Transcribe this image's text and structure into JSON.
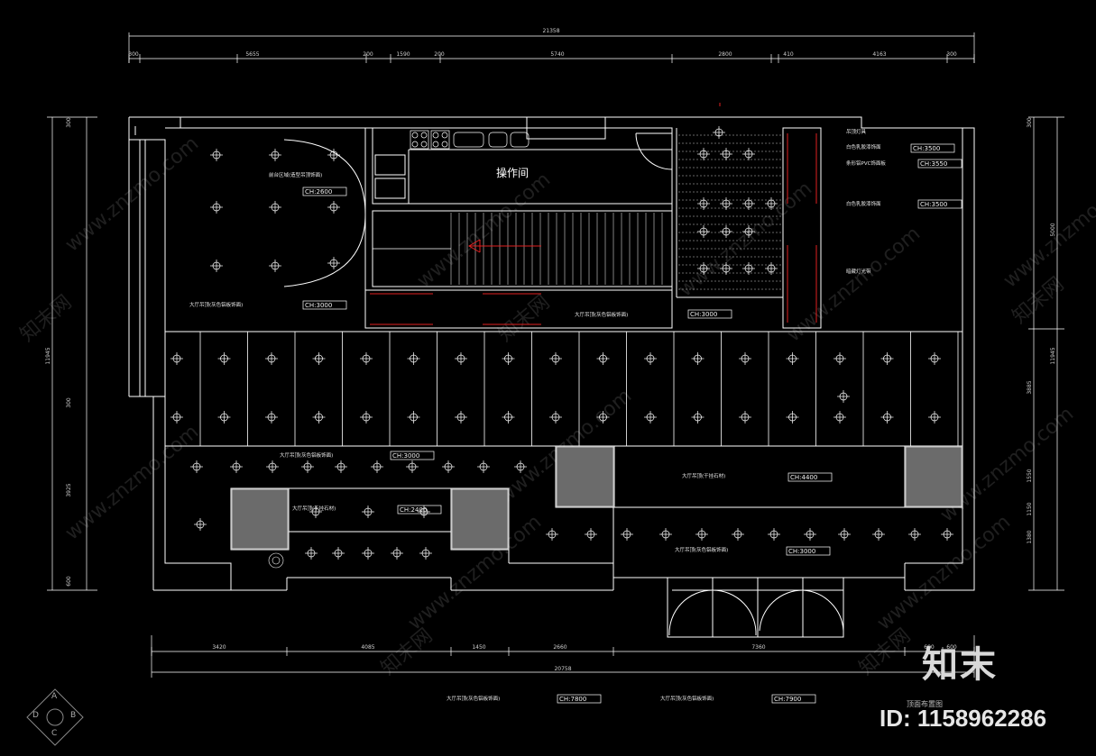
{
  "top_dims": {
    "overall": "21358",
    "segments": [
      "300",
      "5655",
      "200",
      "1590",
      "200",
      "5740",
      "2800",
      "410",
      "4163",
      "300"
    ]
  },
  "bottom_dims": {
    "overall": "20758",
    "segments": [
      "3420",
      "4085",
      "1450",
      "2660",
      "7360",
      "600",
      "600"
    ]
  },
  "left_dims": {
    "overall": "11945",
    "segments": [
      "300",
      "300",
      "3925",
      "600"
    ]
  },
  "right_dims": {
    "segments": [
      "300",
      "5000",
      "11945",
      "3885",
      "1550",
      "1150",
      "1380"
    ]
  },
  "rooms": {
    "operation_room": "操作间"
  },
  "ceiling_heights": {
    "reception": "CH:2600",
    "hall_left": "CH:3000",
    "hall_center": "CH:3000",
    "r1": "CH:3500",
    "r2": "CH:3550",
    "r3": "CH:3500",
    "mid_band": "CH:3000",
    "box_left": "CH:2400",
    "box_right": "CH:4400",
    "lower_right": "CH:3000",
    "bottom_left": "CH:7800",
    "bottom_right": "CH:7900"
  },
  "notes": {
    "reception": "前台区域(造型吊顶饰面)",
    "hall_left": "大厅吊顶(灰色铝板饰面)",
    "hall_center": "大厅吊顶(灰色铝板饰面)",
    "r1": "白色乳胶漆饰面",
    "r2": "条形铝PVC饰面板",
    "r3": "白色乳胶漆饰面",
    "r_top": "吊顶灯具",
    "r_light": "暗藏灯光带",
    "mid_band": "大厅吊顶(灰色铝板饰面)",
    "box_left": "大厅吊顶(干挂石材)",
    "box_right": "大厅吊顶(干挂石材)",
    "lower_right": "大厅吊顶(灰色铝板饰面)",
    "bottom_left": "大厅吊顶(灰色铝板饰面)",
    "bottom_right": "大厅吊顶(灰色铝板饰面)"
  },
  "sheet_title": "顶面布置图",
  "watermark": {
    "logo": "知末",
    "id": "ID: 1158962286",
    "url": "www.znzmo.com",
    "site_cn": "知末网"
  },
  "compass": {
    "top": "A",
    "left": "D",
    "right": "B",
    "bottom": "C"
  },
  "colors": {
    "background": "#000000",
    "lines": "#ffffff",
    "dimension": "#ffffff",
    "accent_red": "#e02020",
    "fill_gray": "#6b6b6b",
    "watermark": "#3a3a3a"
  }
}
